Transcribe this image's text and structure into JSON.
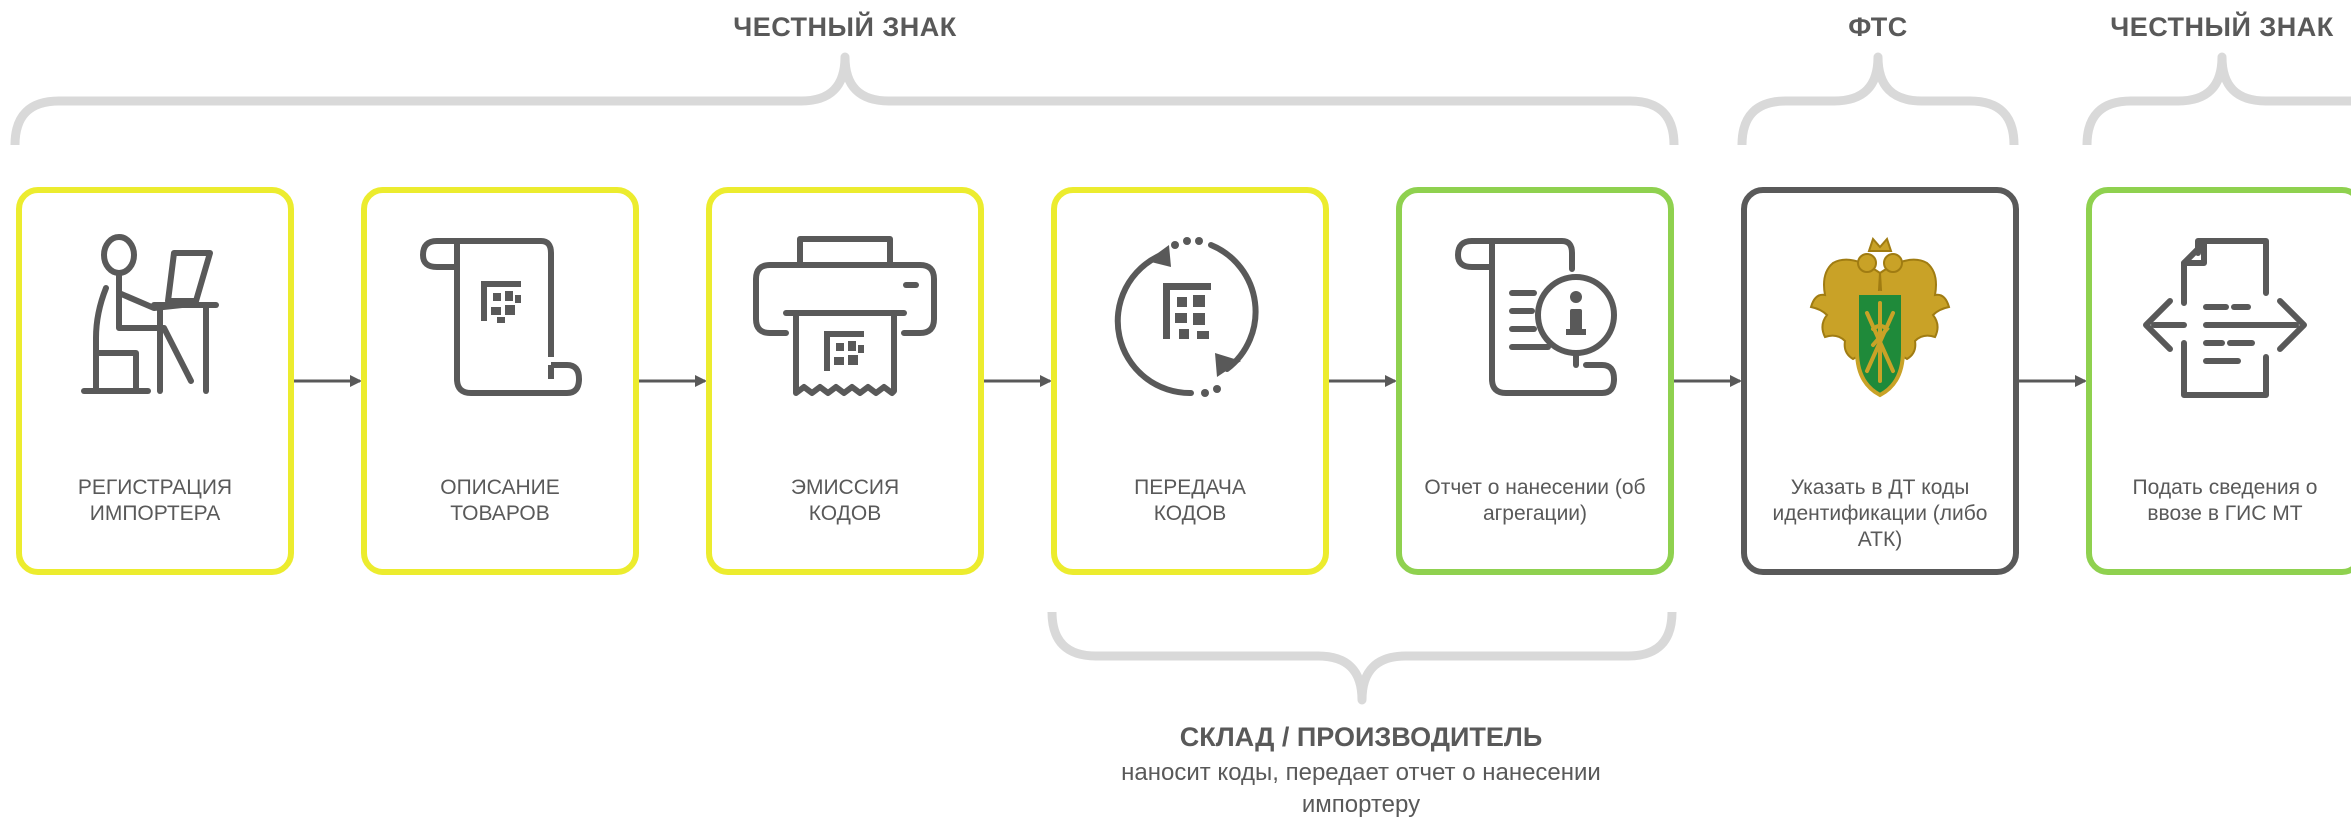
{
  "top_groups": [
    {
      "title": "ЧЕСТНЫЙ ЗНАК"
    },
    {
      "title": "ФТС"
    },
    {
      "title": "ЧЕСТНЫЙ ЗНАК"
    }
  ],
  "steps": [
    {
      "label_lines": [
        "РЕГИСТРАЦИЯ",
        "ИМПОРТЕРА"
      ],
      "border": "yellow",
      "icon": "importer-at-desk-icon"
    },
    {
      "label_lines": [
        "ОПИСАНИЕ",
        "ТОВАРОВ"
      ],
      "border": "yellow",
      "icon": "scroll-with-datamatrix-icon"
    },
    {
      "label_lines": [
        "ЭМИССИЯ",
        "КОДОВ"
      ],
      "border": "yellow",
      "icon": "printer-with-datamatrix-icon"
    },
    {
      "label_lines": [
        "ПЕРЕДАЧА",
        "КОДОВ"
      ],
      "border": "yellow",
      "icon": "datamatrix-sync-icon"
    },
    {
      "label_lines": [
        "Отчет о нанесении (об",
        "агрегации)"
      ],
      "border": "green",
      "icon": "scroll-info-icon"
    },
    {
      "label_lines": [
        "Указать в ДТ коды",
        "идентификации (либо",
        "АТК)"
      ],
      "border": "gray",
      "icon": "customs-emblem-icon"
    },
    {
      "label_lines": [
        "Подать сведения о",
        "ввозе  в ГИС МТ"
      ],
      "border": "green",
      "icon": "document-exchange-icon"
    }
  ],
  "bottom_group": {
    "title": "СКЛАД / ПРОИЗВОДИТЕЛЬ",
    "subtitle": "наносит коды, передает отчет о нанесении импортеру"
  },
  "colors": {
    "yellow": "#ecec2e",
    "green": "#8fd14f",
    "gray": "#595959",
    "brace": "#d9d9d9",
    "text": "#595959",
    "arrow": "#595959"
  }
}
